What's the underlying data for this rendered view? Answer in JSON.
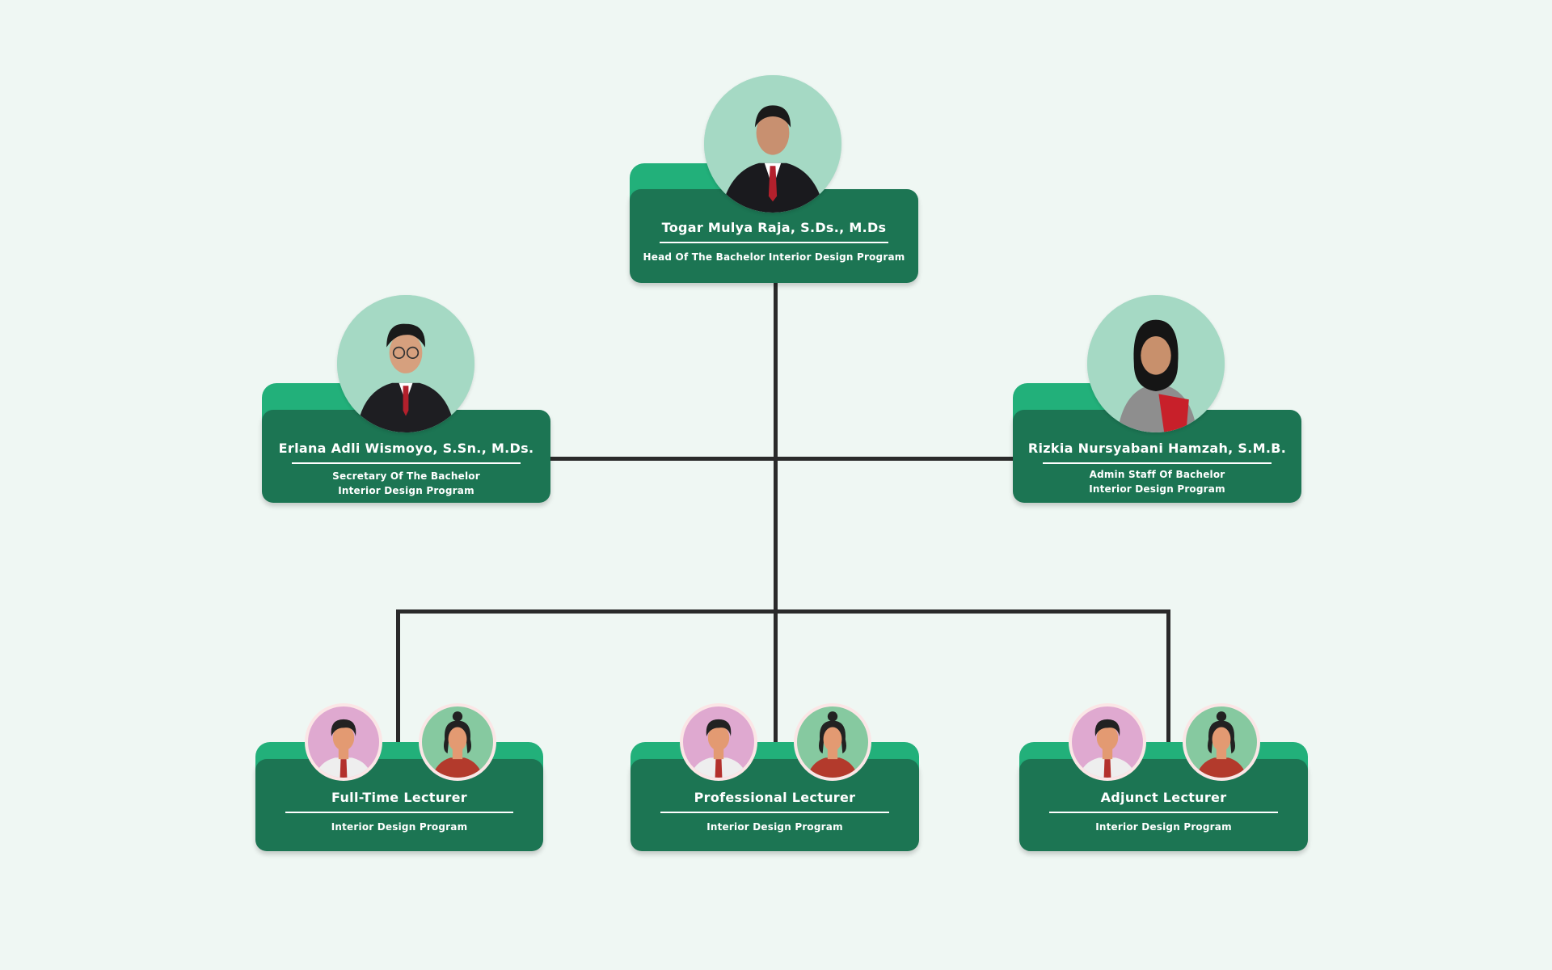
{
  "head": {
    "name": "Togar Mulya Raja, S.Ds., M.Ds",
    "role": "Head Of The Bachelor Interior Design Program"
  },
  "secretary": {
    "name": "Erlana Adli Wismoyo, S.Sn., M.Ds.",
    "role_line1": "Secretary Of The Bachelor",
    "role_line2": "Interior Design Program"
  },
  "admin": {
    "name": "Rizkia Nursyabani Hamzah, S.M.B.",
    "role_line1": "Admin Staff Of Bachelor",
    "role_line2": "Interior Design Program"
  },
  "groups": [
    {
      "title": "Full-Time Lecturer",
      "subtitle": "Interior Design Program"
    },
    {
      "title": "Professional Lecturer",
      "subtitle": "Interior Design Program"
    },
    {
      "title": "Adjunct Lecturer",
      "subtitle": "Interior Design Program"
    }
  ],
  "colors": {
    "card": "#1c7553",
    "tab": "#22b07a",
    "photo_bg": "#a5d9c4"
  }
}
